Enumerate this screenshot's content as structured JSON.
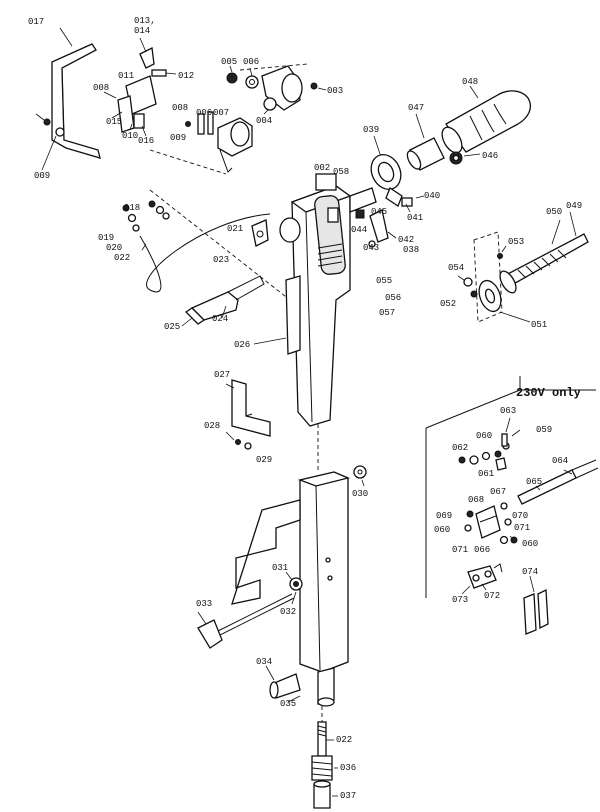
{
  "diagram": {
    "note": "230V only",
    "labels": [
      "017",
      "013,",
      "014",
      "012",
      "011",
      "015",
      "010",
      "016",
      "008",
      "009",
      "005",
      "006",
      "003",
      "004",
      "008",
      "009",
      "006",
      "007",
      "048",
      "047",
      "039",
      "046",
      "002",
      "058",
      "040",
      "041",
      "045",
      "044",
      "043",
      "042",
      "038",
      "018",
      "019",
      "020",
      "022",
      "021",
      "023",
      "050",
      "049",
      "053",
      "054",
      "052",
      "051",
      "055",
      "056",
      "057",
      "025",
      "024",
      "026",
      "027",
      "028",
      "029",
      "063",
      "059",
      "060",
      "062",
      "061",
      "064",
      "065",
      "030",
      "067",
      "068",
      "069",
      "070",
      "071",
      "060",
      "071",
      "066",
      "060",
      "031",
      "032",
      "033",
      "073",
      "072",
      "074",
      "034",
      "035",
      "022",
      "036",
      "037"
    ]
  }
}
